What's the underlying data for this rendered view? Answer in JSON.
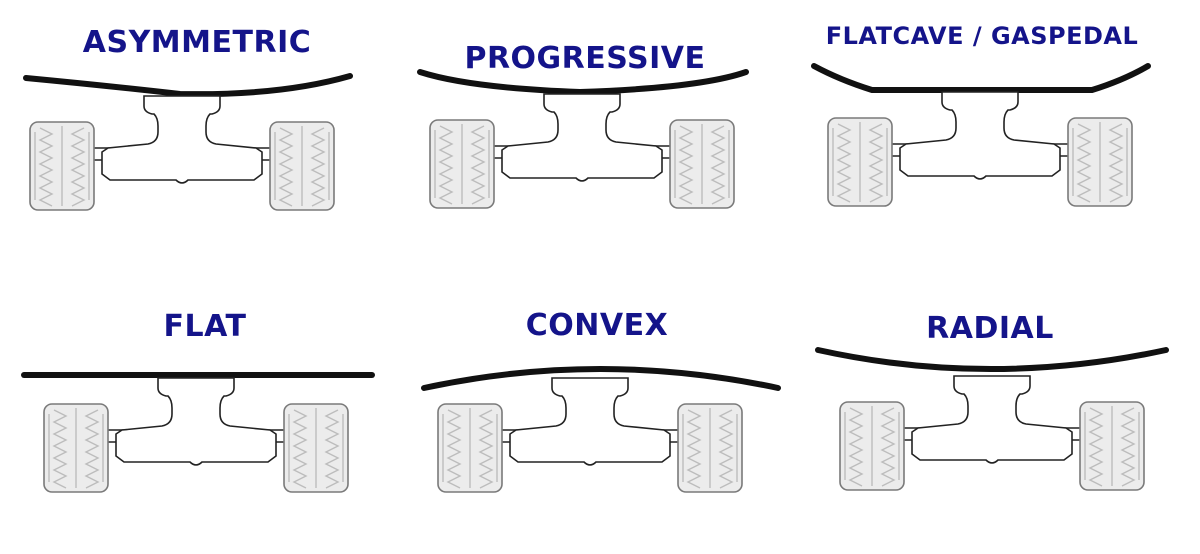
{
  "diagram": {
    "accent_color": "#14148a",
    "profiles": [
      {
        "key": "asymmetric",
        "label": "ASYMMETRIC",
        "deck": "asymmetric"
      },
      {
        "key": "progressive",
        "label": "PROGRESSIVE",
        "deck": "progressive"
      },
      {
        "key": "flatcave",
        "label": "FLATCAVE / GASPEDAL",
        "deck": "flatcave"
      },
      {
        "key": "flat",
        "label": "FLAT",
        "deck": "flat"
      },
      {
        "key": "convex",
        "label": "CONVEX",
        "deck": "convex"
      },
      {
        "key": "radial",
        "label": "RADIAL",
        "deck": "radial"
      }
    ]
  }
}
